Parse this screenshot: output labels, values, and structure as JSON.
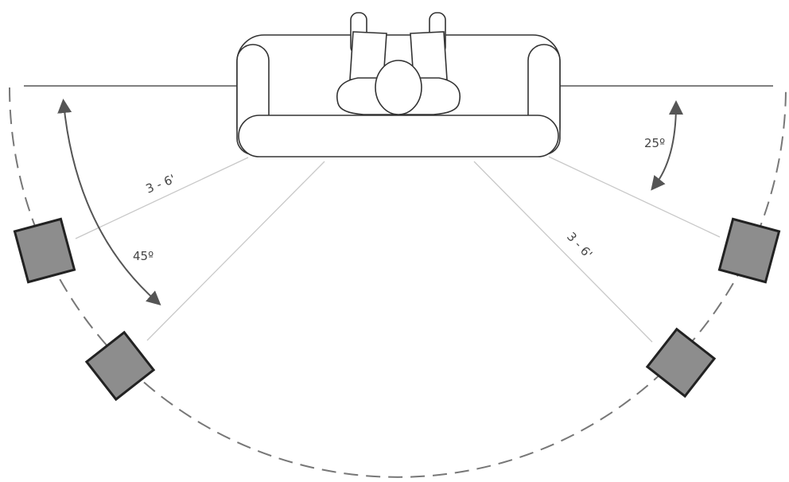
{
  "labels": {
    "distance_left": "3 - 6'",
    "distance_right": "3 - 6'",
    "angle_left": "45º",
    "angle_right": "25º"
  },
  "colors": {
    "line": "#333333",
    "guide": "#c8c8c8",
    "arc": "#777777",
    "speaker_fill": "#8d8d8d",
    "speaker_stroke": "#222222",
    "arrow": "#555555",
    "text": "#444444"
  },
  "icons": {
    "sofa": "sofa-icon",
    "person": "seated-person-icon",
    "speaker": "speaker-icon"
  }
}
